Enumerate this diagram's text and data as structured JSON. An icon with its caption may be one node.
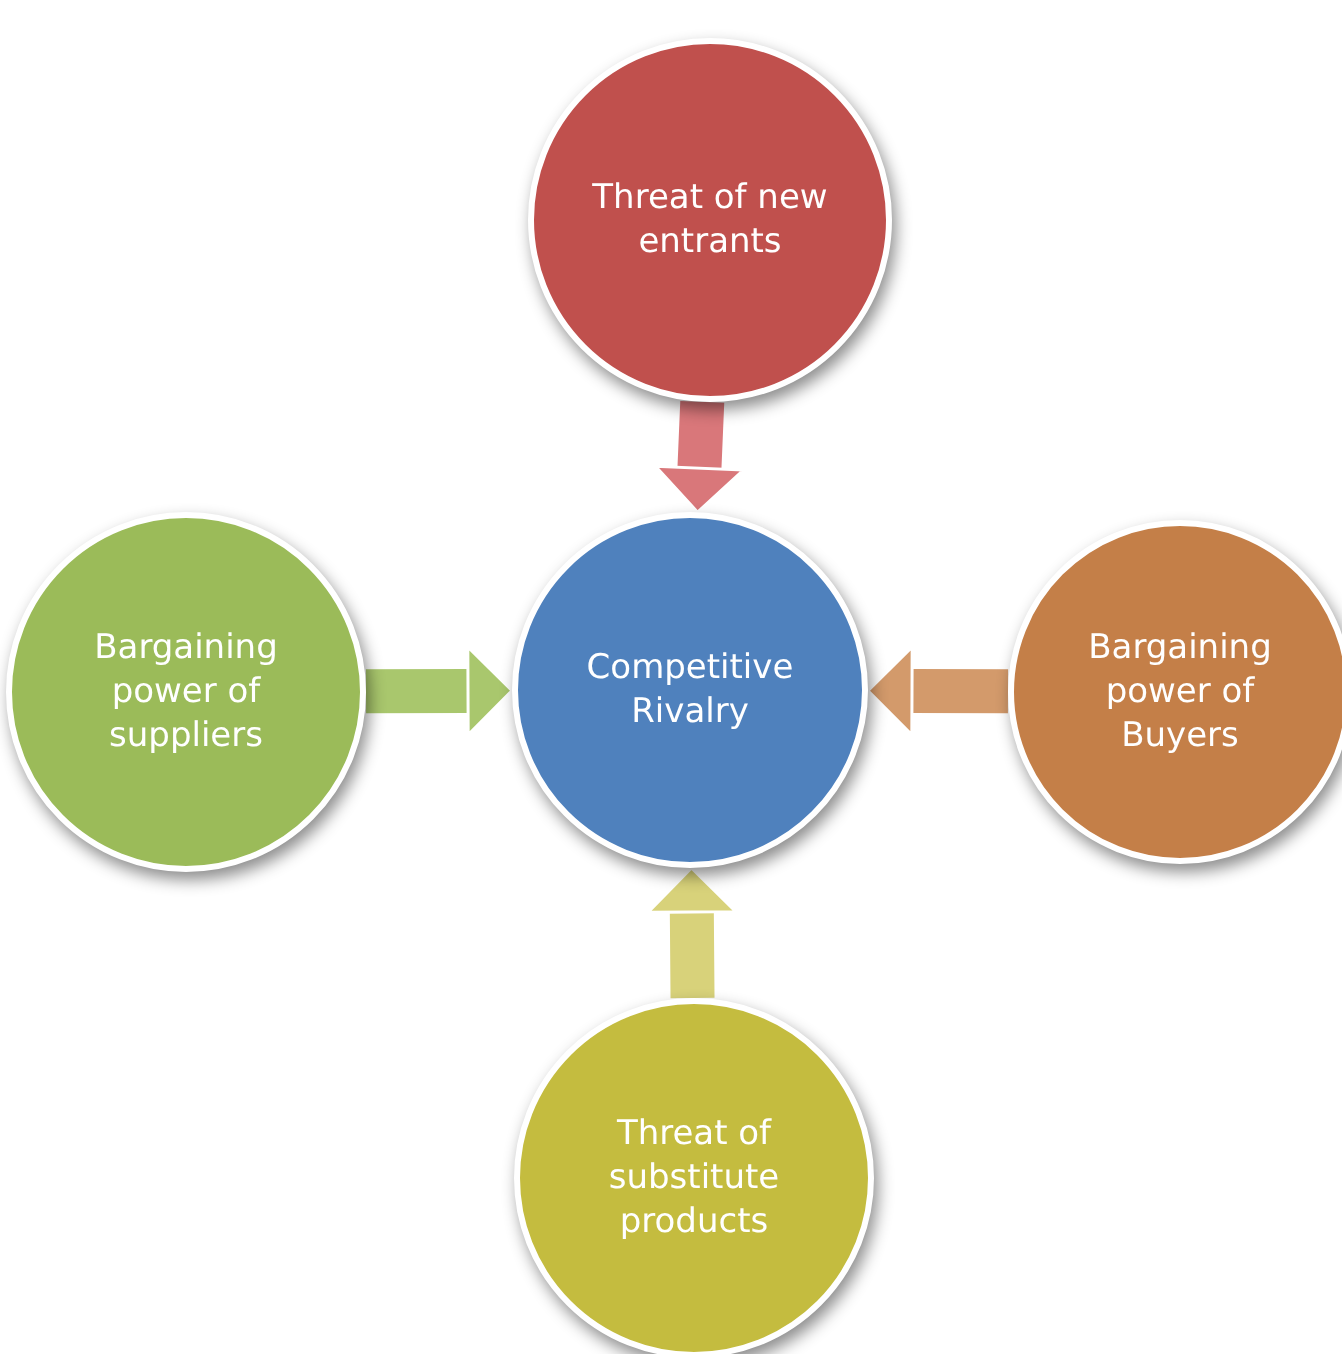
{
  "diagram": {
    "nodes": [
      {
        "text": [
          "Threat of new entrants"
        ]
      },
      {
        "text": [
          "Bargaining power of suppliers"
        ]
      },
      {
        "text": [
          "Competitive Rivalry"
        ]
      },
      {
        "text": [
          "Bargaining power of Buyers"
        ]
      },
      {
        "text": [
          "Threat of substitute products"
        ]
      }
    ],
    "edges": [
      {
        "from": 0,
        "to": 2,
        "arrow": "to",
        "color": "#d9777a"
      },
      {
        "from": 1,
        "to": 2,
        "arrow": "to",
        "color": "#a9c76d"
      },
      {
        "from": 3,
        "to": 2,
        "arrow": "to",
        "color": "#d39a6b"
      },
      {
        "from": 4,
        "to": 2,
        "arrow": "to",
        "color": "#d8d27a"
      }
    ]
  }
}
